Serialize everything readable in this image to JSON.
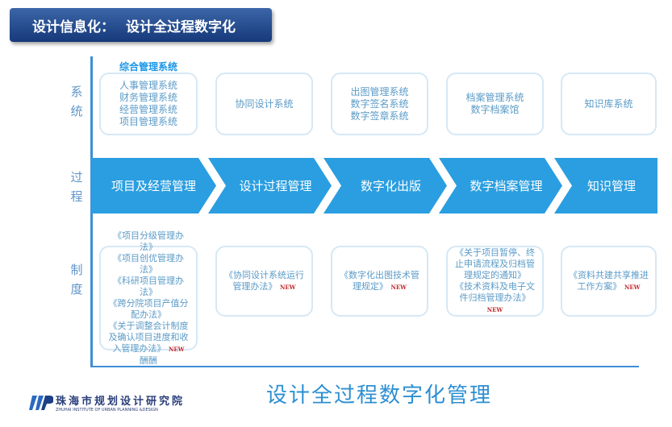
{
  "header": {
    "prefix": "设计信息化：",
    "title": "设计全过程数字化"
  },
  "side_labels": {
    "system": "系统",
    "process": "过程",
    "policy": "制度"
  },
  "systems": {
    "group_title": "综合管理系统",
    "boxes": [
      [
        "人事管理系统",
        "财务管理系统",
        "经营管理系统",
        "项目管理系统"
      ],
      [
        "协同设计系统"
      ],
      [
        "出图管理系统",
        "数字签名系统",
        "数字签章系统"
      ],
      [
        "档案管理系统",
        "数字档案馆"
      ],
      [
        "知识库系统"
      ]
    ]
  },
  "process": [
    "项目及经营管理",
    "设计过程管理",
    "数字化出版",
    "数字档案管理",
    "知识管理"
  ],
  "policies": [
    {
      "lines": [
        "《项目分级管理办法》",
        "《项目创优管理办法》",
        "《科研项目管理办法》",
        "《跨分院项目产值分配办法》",
        "《关于调整会计制度及确认项目进度和收入管理办法》"
      ],
      "new": "NEW",
      "extra": "酬酬"
    },
    {
      "lines": [
        "《协同设计系统运行管理办法》"
      ],
      "new": "NEW"
    },
    {
      "lines": [
        "《数字化出图技术管理规定》"
      ],
      "new": "NEW"
    },
    {
      "lines": [
        "《关于项目暂停、终止申请流程及归档管理规定的通知》",
        "《技术资料及电子文件归档管理办法》"
      ],
      "new": "NEW"
    },
    {
      "lines": [
        "《资料共建共享推进工作方案》"
      ],
      "new": "NEW"
    }
  ],
  "footer_title": "设计全过程数字化管理",
  "logo": {
    "cn": "珠海市规划设计研究院",
    "en": "ZHUHAI INSTITUTE OF URBAN PLANNING &DESIGN"
  }
}
